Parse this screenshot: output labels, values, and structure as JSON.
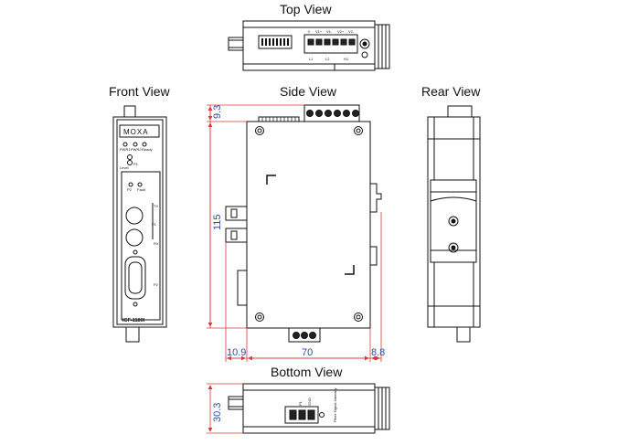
{
  "views": {
    "top": "Top View",
    "front": "Front View",
    "side": "Side View",
    "rear": "Rear View",
    "bottom": "Bottom View"
  },
  "front_panel": {
    "brand": "MOXA",
    "led_pwr1": "PWR1",
    "led_pwr2": "PWR2",
    "led_ready": "Ready",
    "level": "Level",
    "p1": "P1",
    "p2": "P2",
    "fault": "Fault",
    "tx": "TX",
    "rx": "RX",
    "port_p1": "P1",
    "port_p2": "P2",
    "model": "ICF-1180I"
  },
  "top_panel": {
    "terminal_labels": [
      "⏚",
      "V1+",
      "V1-",
      "V2+",
      "V2-"
    ],
    "bottom_labels": [
      "L1",
      "L2",
      "H1"
    ]
  },
  "bottom_panel": {
    "labels": [
      "P1",
      "GND",
      "Fiber Signal Intensity"
    ]
  },
  "dimensions": {
    "top_margin": "9.3",
    "height": "115",
    "left_margin": "10.9",
    "width": "70",
    "right_margin": "8.8",
    "depth": "30.3"
  },
  "colors": {
    "dimension_line": "#d63a3a",
    "dimension_text": "#2b4fa0",
    "outline": "#111111"
  }
}
